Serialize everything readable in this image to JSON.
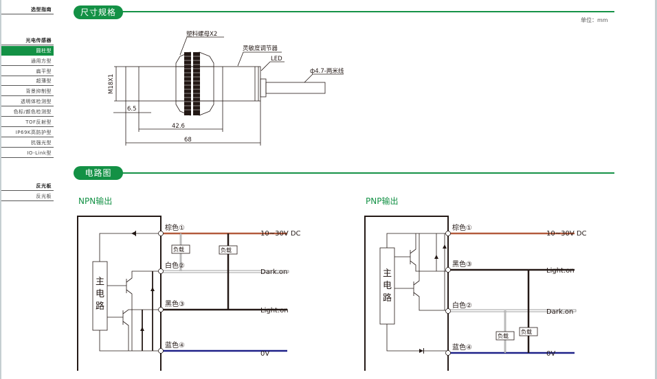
{
  "sidebar": {
    "groups": [
      {
        "header": "选型指南",
        "items": []
      },
      {
        "header": "光电传感器",
        "items": [
          {
            "label": "圆柱型",
            "active": true
          },
          {
            "label": "通用方型"
          },
          {
            "label": "扁平型"
          },
          {
            "label": "超薄型"
          },
          {
            "label": "背景抑制型"
          },
          {
            "label": "透明体检测型"
          },
          {
            "label": "色标/颜色检测型"
          },
          {
            "label": "TOF反射型"
          },
          {
            "label": "IP69K高防护型"
          },
          {
            "label": "抗强光型"
          },
          {
            "label": "IO-Link型"
          }
        ]
      },
      {
        "header": "反光板",
        "items": [
          {
            "label": "反光板"
          }
        ]
      }
    ]
  },
  "dimensions": {
    "title": "尺寸规格",
    "unit": "单位：mm",
    "labels": {
      "nut": "塑料螺母X2",
      "sensitivity": "灵敏度调节器",
      "led": "LED",
      "cable": "ф4.7-两米线",
      "thread": "M18X1",
      "dim_a": "6.5",
      "dim_b": "42.6",
      "dim_c": "68"
    }
  },
  "circuit": {
    "title": "电路图",
    "main_circuit": [
      "主",
      "电",
      "路"
    ],
    "load": "负载",
    "npn": {
      "title": "NPN输出",
      "wires": [
        {
          "label": "棕色①",
          "signal": "10~30V DC",
          "color": "#b35a3c"
        },
        {
          "label": "白色②",
          "signal": "Dark.on",
          "color": "#ffffff"
        },
        {
          "label": "黑色③",
          "signal": "Light.on",
          "color": "#231815"
        },
        {
          "label": "蓝色④",
          "signal": "0V",
          "color": "#1d2088"
        }
      ]
    },
    "pnp": {
      "title": "PNP输出",
      "wires": [
        {
          "label": "棕色①",
          "signal": "10~30V DC",
          "color": "#b35a3c"
        },
        {
          "label": "黑色③",
          "signal": "Light.on",
          "color": "#231815"
        },
        {
          "label": "白色②",
          "signal": "Dark.on",
          "color": "#ffffff"
        },
        {
          "label": "蓝色④",
          "signal": "0V",
          "color": "#1d2088"
        }
      ]
    }
  },
  "colors": {
    "accent": "#139145"
  }
}
